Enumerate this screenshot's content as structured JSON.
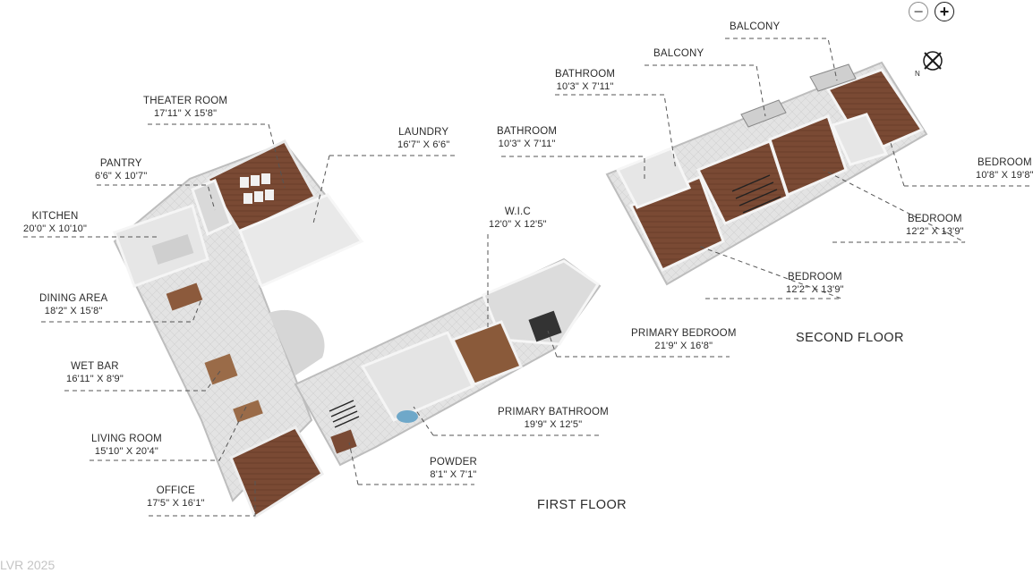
{
  "controls": {
    "zoom_out_icon": "minus-circle-icon",
    "zoom_in_icon": "plus-circle-icon"
  },
  "compass": {
    "north": "N"
  },
  "floors": {
    "first": "FIRST FLOOR",
    "second": "SECOND FLOOR"
  },
  "rooms": {
    "theater": {
      "name": "THEATER ROOM",
      "dim": "17'11\" X 15'8\""
    },
    "laundry": {
      "name": "LAUNDRY",
      "dim": "16'7\" X 6'6\""
    },
    "pantry": {
      "name": "PANTRY",
      "dim": "6'6\" X 10'7\""
    },
    "kitchen": {
      "name": "KITCHEN",
      "dim": "20'0\" X 10'10\""
    },
    "dining": {
      "name": "DINING AREA",
      "dim": "18'2\" X 15'8\""
    },
    "wetbar": {
      "name": "WET BAR",
      "dim": "16'11\" X 8'9\""
    },
    "living": {
      "name": "LIVING ROOM",
      "dim": "15'10\" X 20'4\""
    },
    "office": {
      "name": "OFFICE",
      "dim": "17'5\" X 16'1\""
    },
    "powder": {
      "name": "POWDER",
      "dim": "8'1\" X 7'1\""
    },
    "primary_bath": {
      "name": "PRIMARY BATHROOM",
      "dim": "19'9\" X 12'5\""
    },
    "primary_bed": {
      "name": "PRIMARY BEDROOM",
      "dim": "21'9\" X 16'8\""
    },
    "wic": {
      "name": "W.I.C",
      "dim": "12'0\" X 12'5\""
    },
    "bath1": {
      "name": "BATHROOM",
      "dim": "10'3\" X 7'11\""
    },
    "bath2": {
      "name": "BATHROOM",
      "dim": "10'3\" X 7'11\""
    },
    "balcony1": {
      "name": "BALCONY"
    },
    "balcony2": {
      "name": "BALCONY"
    },
    "bedroom1": {
      "name": "BEDROOM",
      "dim": "10'8\" X 19'8\""
    },
    "bedroom2": {
      "name": "BEDROOM",
      "dim": "12'2\" X 13'9\""
    },
    "bedroom3": {
      "name": "BEDROOM",
      "dim": "12'2\" X 13'9\""
    }
  },
  "watermark": "LVR 2025",
  "colors": {
    "wood": "#7a4a34",
    "tile": "#dedede",
    "wall": "#f4f4f4",
    "accent": "#a0522d"
  }
}
